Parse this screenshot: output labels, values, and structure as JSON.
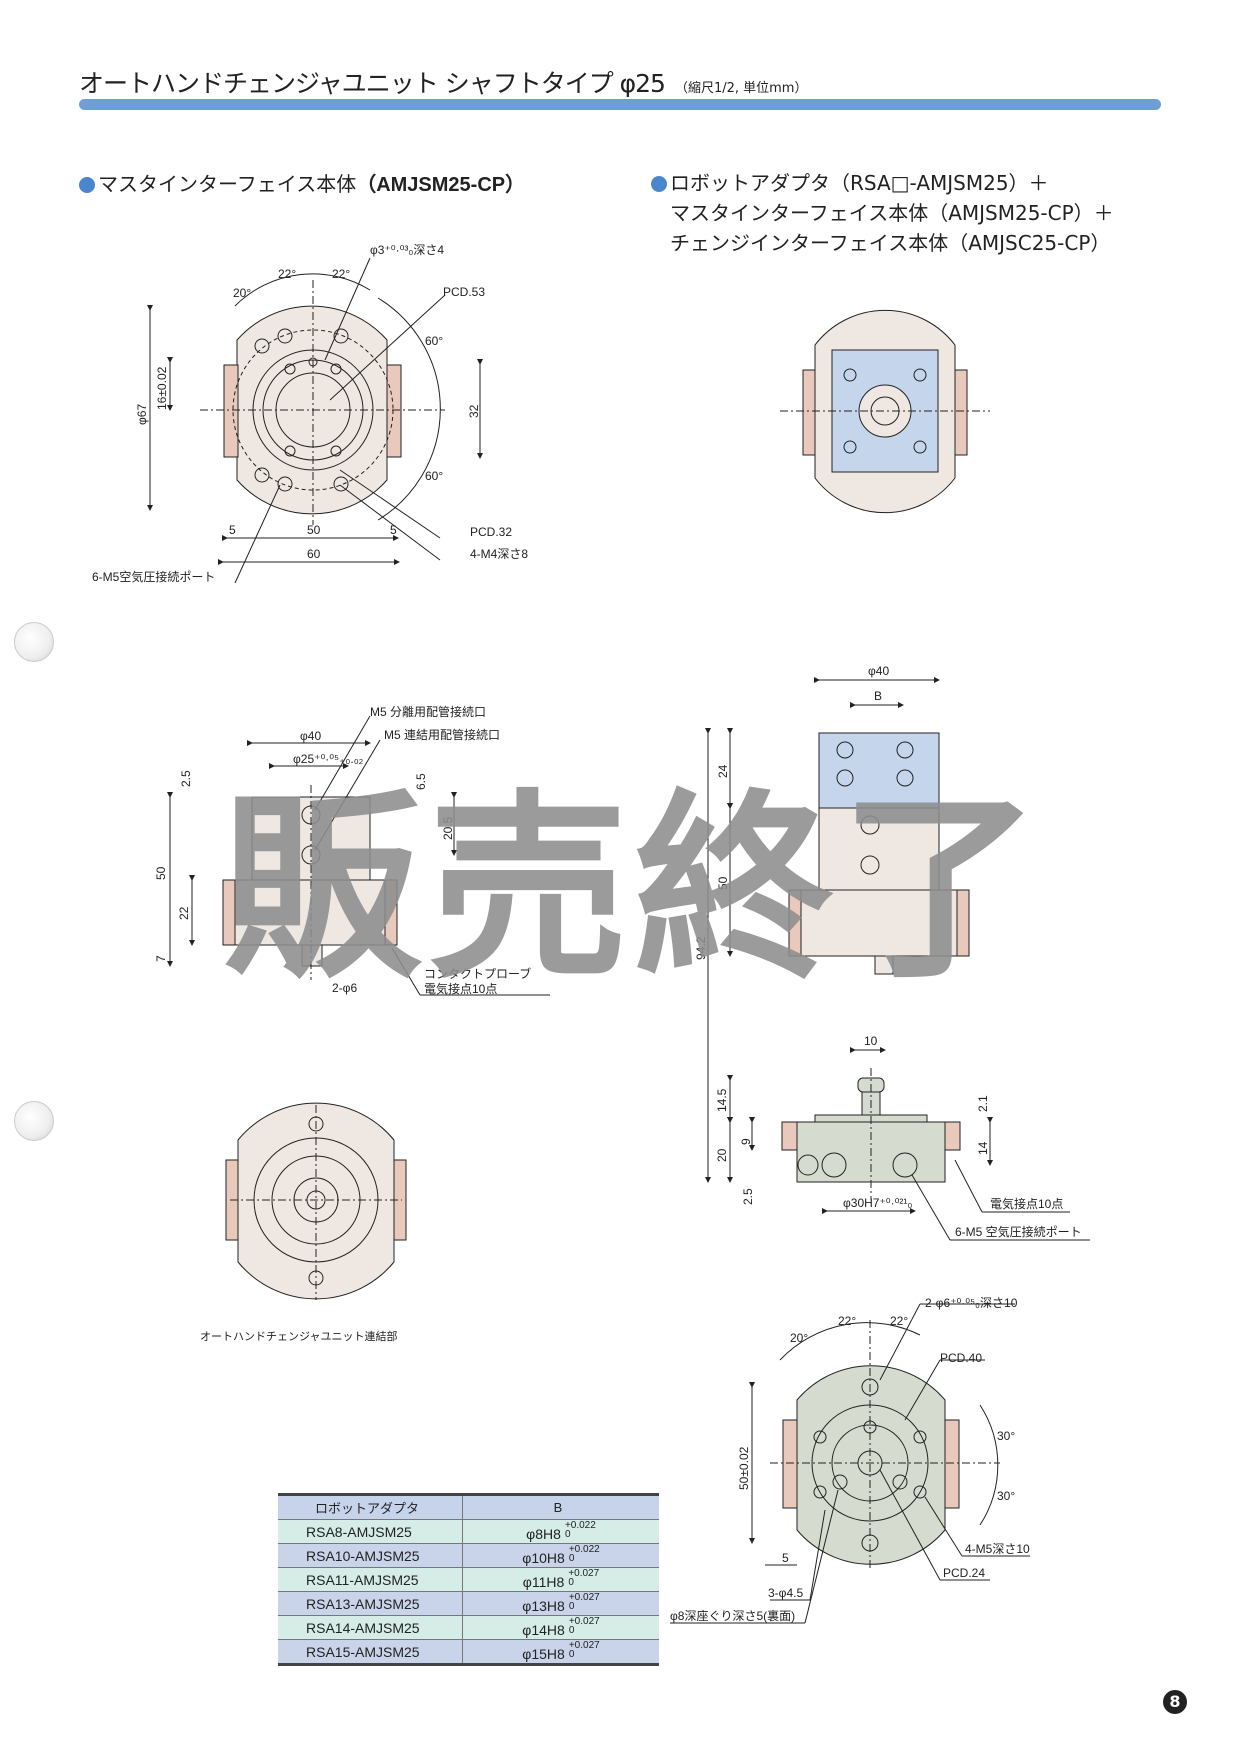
{
  "header": {
    "title": "オートハンドチェンジャユニット シャフトタイプ φ25",
    "scale_note": "（縮尺1/2, 単位mm）"
  },
  "sections": {
    "left_heading": "マスタインターフェイス本体",
    "left_heading_code": "（AMJSM25-CP）",
    "right_heading_lines": [
      "ロボットアダプタ（RSA□-AMJSM25）＋",
      "マスタインターフェイス本体（AMJSM25-CP）＋",
      "チェンジインターフェイス本体（AMJSC25-CP）"
    ]
  },
  "drawing_master_front": {
    "labels": [
      "φ3⁺⁰·⁰³₀深さ4",
      "22°",
      "22°",
      "20°",
      "PCD.53",
      "60°",
      "60°",
      "16±0.02",
      "φ67",
      "32",
      "5",
      "50",
      "5",
      "60",
      "PCD.32",
      "4-M4深さ8",
      "6-M5空気圧接続ポート"
    ]
  },
  "drawing_master_side": {
    "labels": [
      "M5 分離用配管接続口",
      "M5 連結用配管接続口",
      "φ40",
      "φ25⁺⁰·⁰⁵₊₀.₀₂",
      "2.5",
      "6.5",
      "20.5",
      "50",
      "22",
      "7",
      "2-φ6",
      "コンタクトプローブ",
      "電気接点10点"
    ]
  },
  "drawing_master_bottom": {
    "caption": "オートハンドチェンジャユニット連結部"
  },
  "drawing_assembly_side": {
    "labels": [
      "φ40",
      "B",
      "24",
      "50",
      "94.2"
    ]
  },
  "drawing_change_side": {
    "labels": [
      "10",
      "14.5",
      "2.1",
      "9",
      "20",
      "14",
      "2.5",
      "φ30H7⁺⁰·⁰²¹₀",
      "電気接点10点",
      "6-M5 空気圧接続ポート"
    ]
  },
  "drawing_change_front": {
    "labels": [
      "2-φ6⁺⁰·⁰⁵₀深さ10",
      "22°",
      "22°",
      "20°",
      "PCD.40",
      "30°",
      "30°",
      "50±0.02",
      "5",
      "4-M5深さ10",
      "PCD.24",
      "3-φ4.5",
      "φ8深座ぐり深さ5(裏面)"
    ]
  },
  "table": {
    "headers": [
      "ロボットアダプタ",
      "B"
    ],
    "rows": [
      {
        "model": "RSA8-AMJSM25",
        "b": "φ8H8",
        "tol_upper": "+0.022",
        "tol_lower": "0"
      },
      {
        "model": "RSA10-AMJSM25",
        "b": "φ10H8",
        "tol_upper": "+0.022",
        "tol_lower": "0"
      },
      {
        "model": "RSA11-AMJSM25",
        "b": "φ11H8",
        "tol_upper": "+0.027",
        "tol_lower": "0"
      },
      {
        "model": "RSA13-AMJSM25",
        "b": "φ13H8",
        "tol_upper": "+0.027",
        "tol_lower": "0"
      },
      {
        "model": "RSA14-AMJSM25",
        "b": "φ14H8",
        "tol_upper": "+0.027",
        "tol_lower": "0"
      },
      {
        "model": "RSA15-AMJSM25",
        "b": "φ15H8",
        "tol_upper": "+0.027",
        "tol_lower": "0"
      }
    ]
  },
  "watermark": "販売終了",
  "page_number": "8",
  "colors": {
    "accent_bar": "#6d9fd6",
    "bullet": "#4a86cc",
    "body": "#efe8e2",
    "change_body": "#d5dccf",
    "adapter": "#c5d5ec",
    "terminal": "#e8c9bc"
  }
}
